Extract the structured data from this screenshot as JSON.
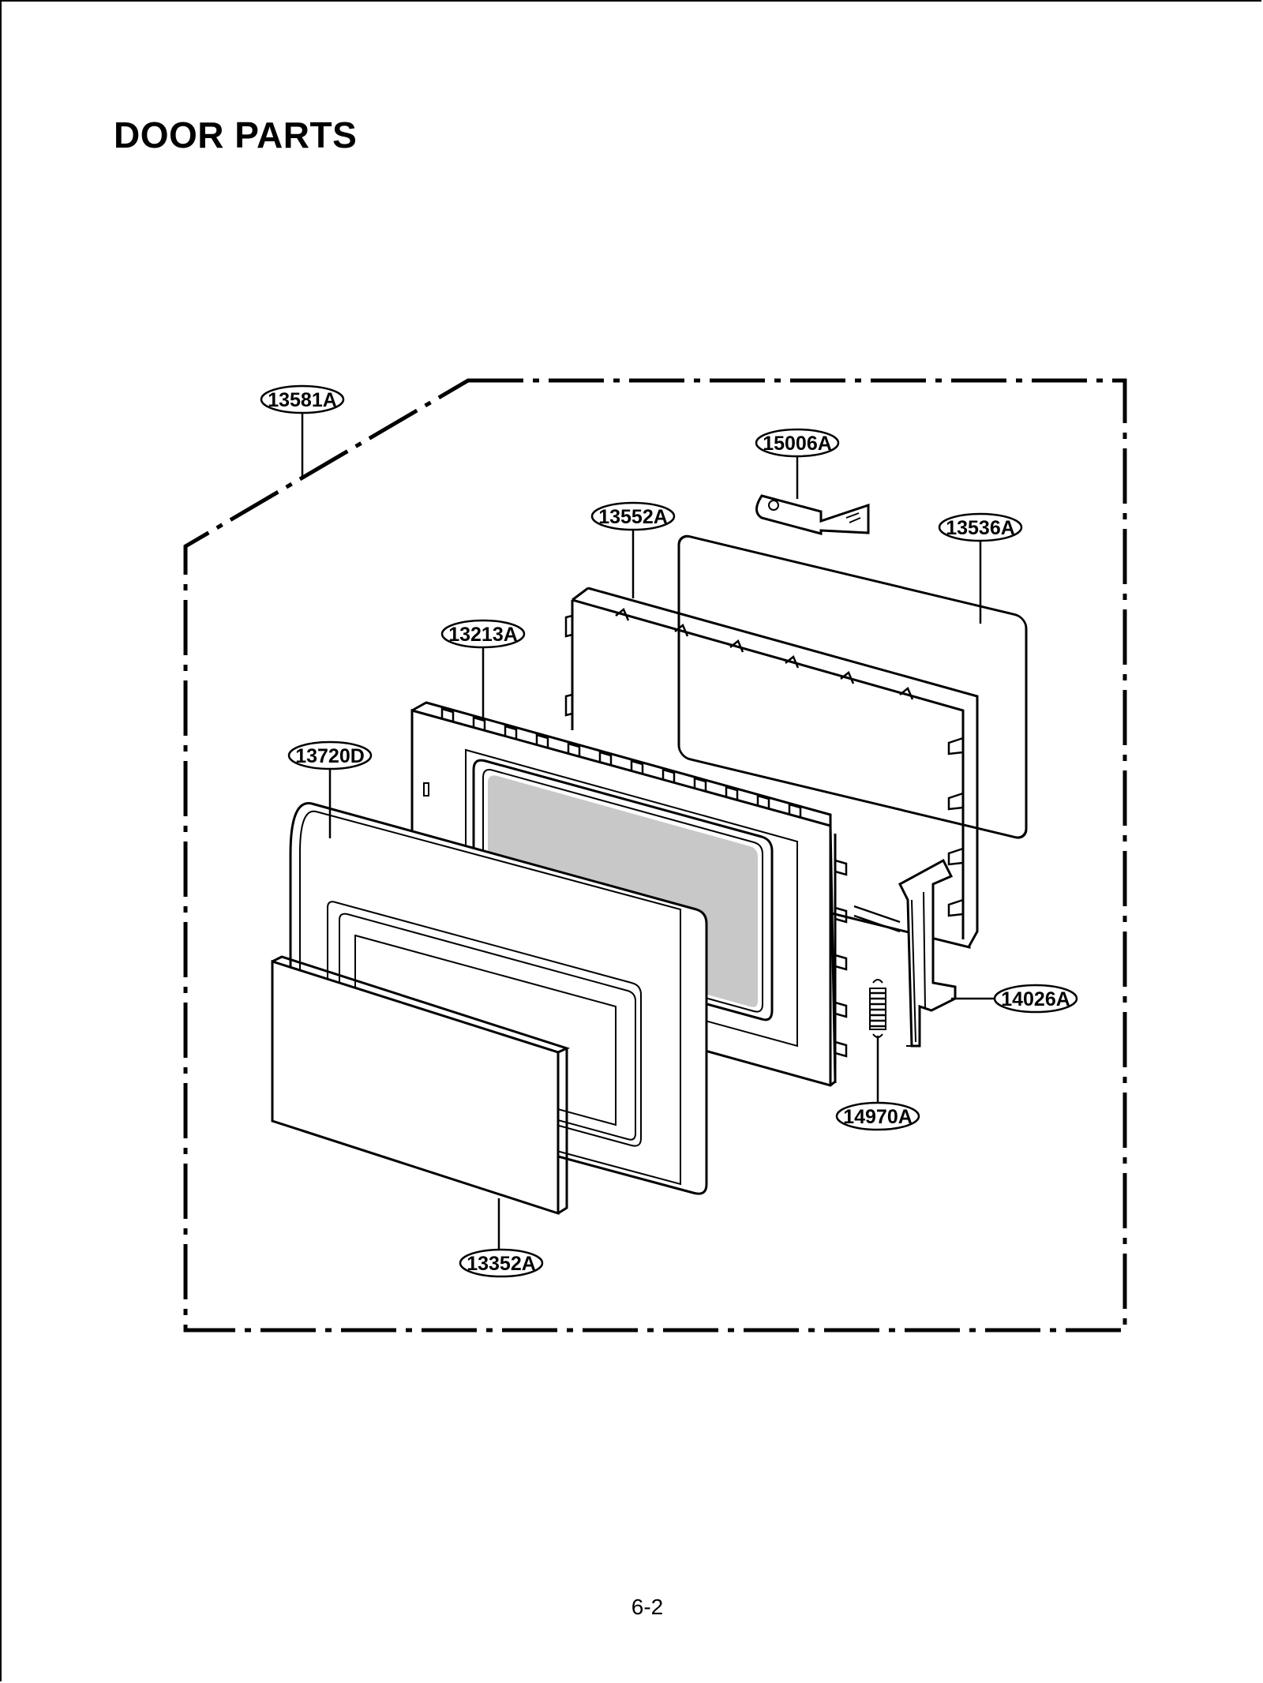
{
  "title": "DOOR PARTS",
  "page_number": "6-2",
  "callouts": [
    {
      "id": "assembly",
      "label": "13581A"
    },
    {
      "id": "stopper",
      "label": "15006A"
    },
    {
      "id": "choke-frame",
      "label": "13552A"
    },
    {
      "id": "choke-cover",
      "label": "13536A"
    },
    {
      "id": "door-frame",
      "label": "13213A"
    },
    {
      "id": "door-trim",
      "label": "13720D"
    },
    {
      "id": "latch-lever",
      "label": "14026A"
    },
    {
      "id": "spring",
      "label": "14970A"
    },
    {
      "id": "front-panel",
      "label": "13352A"
    }
  ]
}
